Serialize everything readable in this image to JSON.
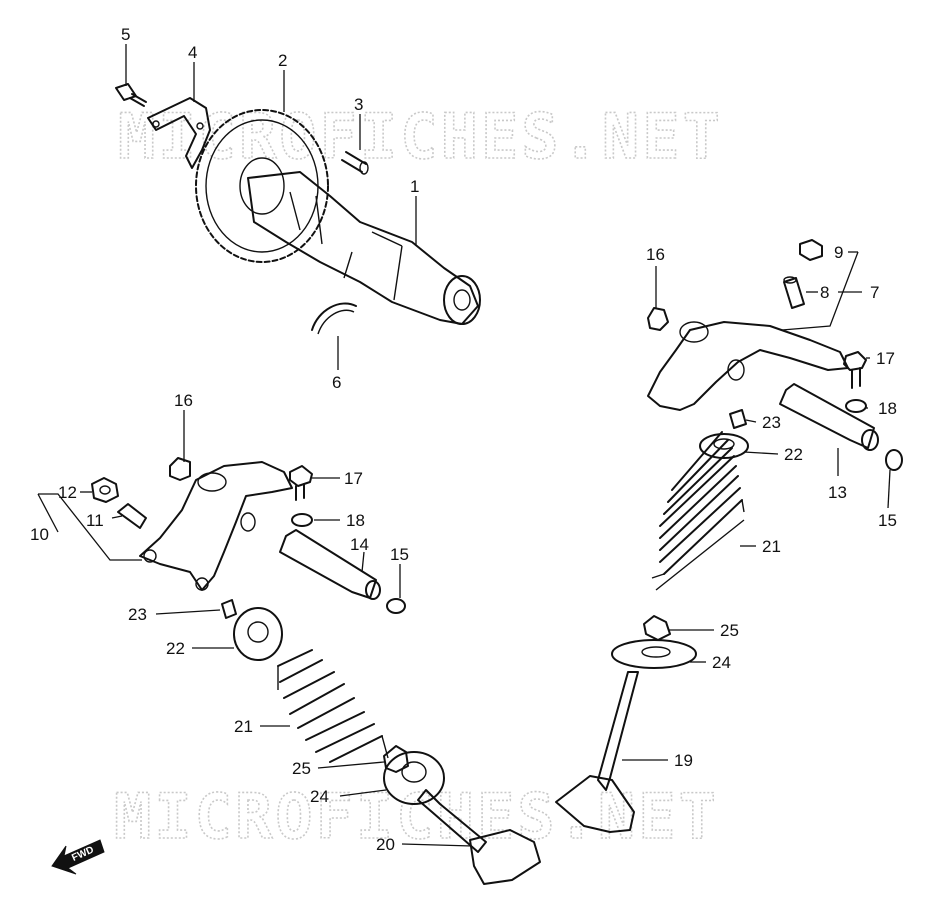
{
  "watermark_text": "MICROFICHES.NET",
  "fwd_label": "FWD",
  "callouts": [
    "1",
    "2",
    "3",
    "4",
    "5",
    "6",
    "7",
    "8",
    "9",
    "10",
    "11",
    "12",
    "13",
    "14",
    "15",
    "15",
    "16",
    "16",
    "17",
    "17",
    "18",
    "18",
    "19",
    "20",
    "21",
    "21",
    "22",
    "22",
    "23",
    "23",
    "24",
    "24",
    "25",
    "25"
  ],
  "labels": {
    "n1": "1",
    "n2": "2",
    "n3": "3",
    "n4": "4",
    "n5": "5",
    "n6": "6",
    "n7": "7",
    "n8": "8",
    "n9": "9",
    "n10": "10",
    "n11": "11",
    "n12": "12",
    "n13": "13",
    "n14": "14",
    "n15a": "15",
    "n15b": "15",
    "n16a": "16",
    "n16b": "16",
    "n17a": "17",
    "n17b": "17",
    "n18a": "18",
    "n18b": "18",
    "n19": "19",
    "n20": "20",
    "n21a": "21",
    "n21b": "21",
    "n22a": "22",
    "n22b": "22",
    "n23a": "23",
    "n23b": "23",
    "n24a": "24",
    "n24b": "24",
    "n25a": "25",
    "n25b": "25"
  }
}
